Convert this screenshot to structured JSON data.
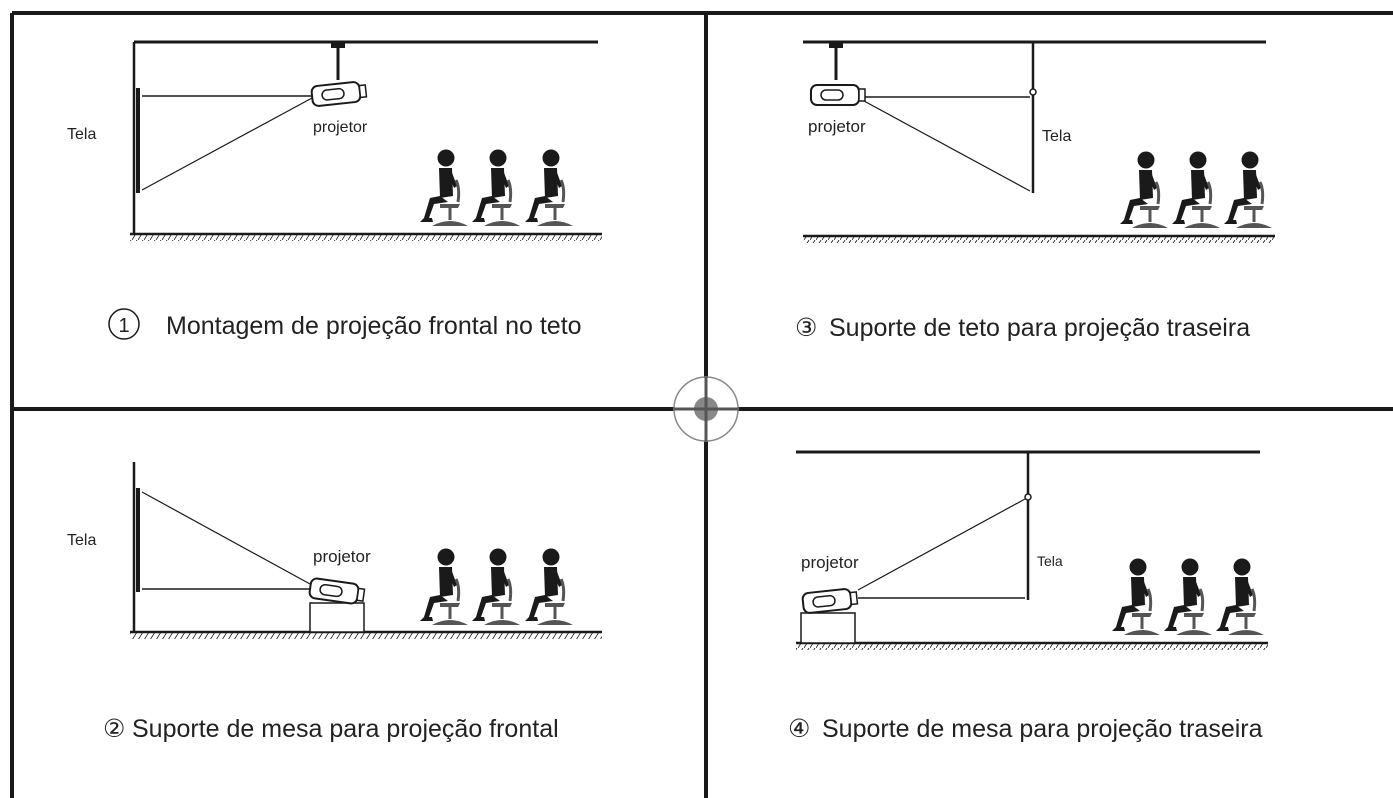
{
  "colors": {
    "line": "#1a1a1a",
    "panel_bg": "#ffffff",
    "crosshair": "#888888"
  },
  "panels": [
    {
      "caption_marker": "①",
      "caption_text": "Montagem de projeção frontal no teto",
      "screen_label": "Tela",
      "projector_label": "projetor"
    },
    {
      "caption_marker": "③",
      "caption_text": "Suporte de teto para projeção traseira",
      "screen_label": "Tela",
      "projector_label": "projetor"
    },
    {
      "caption_marker": "②",
      "caption_text": "Suporte de mesa para projeção frontal",
      "screen_label": "Tela",
      "projector_label": "projetor"
    },
    {
      "caption_marker": "④",
      "caption_text": "Suporte de mesa para projeção traseira",
      "screen_label": "Tela",
      "projector_label": "projetor"
    }
  ],
  "icons": [
    "person-seated-icon",
    "projector-icon",
    "crosshair-icon"
  ]
}
